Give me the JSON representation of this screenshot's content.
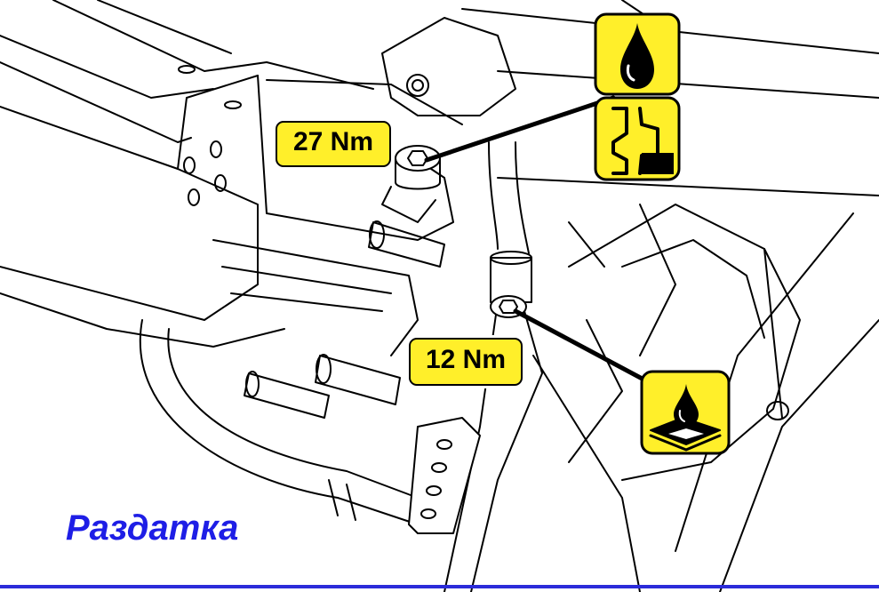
{
  "labels": {
    "torque_upper": "27 Nm",
    "torque_lower": "12 Nm",
    "caption": "Раздатка"
  },
  "icons": {
    "oil_drop": "oil-drop-icon",
    "pipe_fitting": "pipe-fitting-icon",
    "sealant": "sealant-icon"
  },
  "colors": {
    "label_fill": "#ffef2a",
    "caption_text": "#1e1ee6",
    "footer_rule": "#2b2bd9",
    "line_art": "#000000"
  }
}
